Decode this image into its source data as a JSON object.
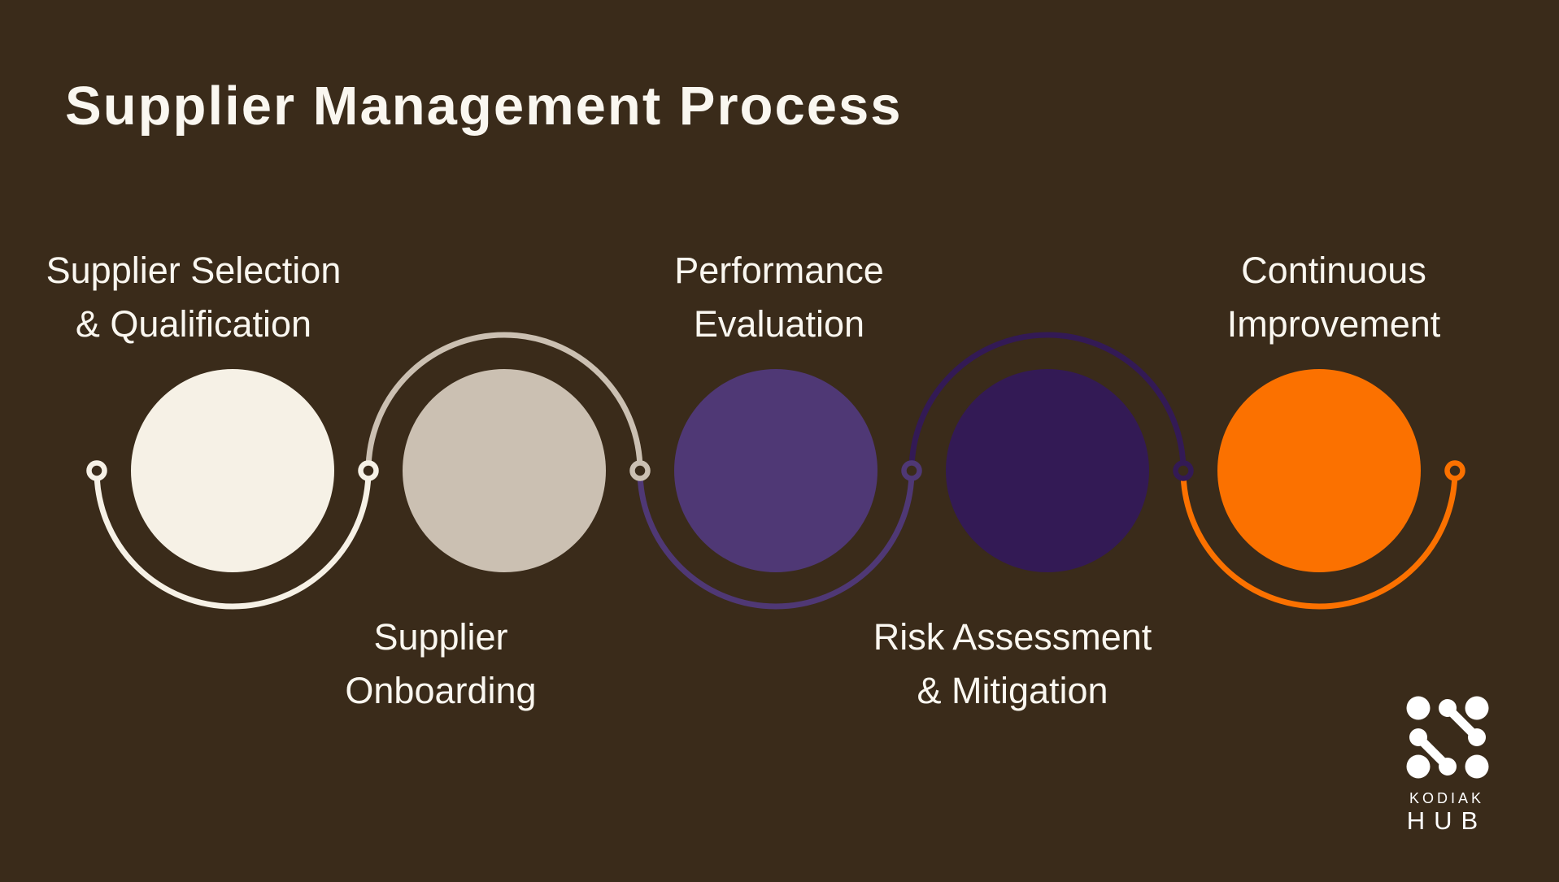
{
  "title": "Supplier Management Process",
  "colors": {
    "background": "#3A2B1A",
    "text": "#FAF7F0",
    "logo": "#FFFFFF"
  },
  "steps": [
    {
      "line1": "Supplier Selection",
      "line2": "& Qualification",
      "color": "#F6F1E6",
      "label_position": "above"
    },
    {
      "line1": "Supplier",
      "line2": "Onboarding",
      "color": "#CBC0B2",
      "label_position": "below"
    },
    {
      "line1": "Performance",
      "line2": "Evaluation",
      "color": "#4F3875",
      "label_position": "above"
    },
    {
      "line1": "Risk Assessment",
      "line2": "& Mitigation",
      "color": "#331A55",
      "label_position": "below"
    },
    {
      "line1": "Continuous",
      "line2": "Improvement",
      "color": "#FB7100",
      "label_position": "above"
    }
  ],
  "connector_nodes": [
    {
      "color": "#F6F1E6"
    },
    {
      "color": "#F6F1E6"
    },
    {
      "color": "#CBC0B2"
    },
    {
      "color": "#4F3875"
    },
    {
      "color": "#331A55"
    },
    {
      "color": "#FB7100"
    }
  ],
  "logo": {
    "line1": "KODIAK",
    "line2": "HUB"
  }
}
